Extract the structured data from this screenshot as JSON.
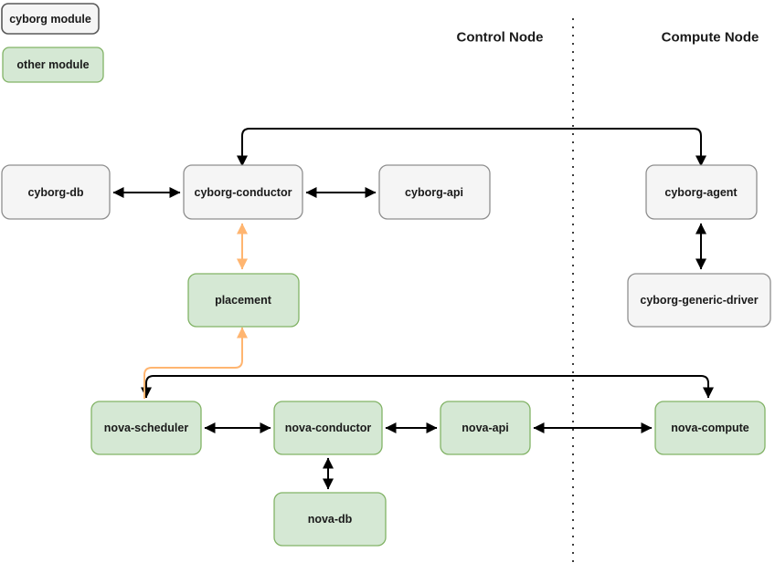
{
  "legend": {
    "items": [
      {
        "id": "cyborg-module",
        "label": "cyborg module",
        "type": "cyborg"
      },
      {
        "id": "other-module",
        "label": "other module",
        "type": "other"
      }
    ]
  },
  "headers": {
    "control": "Control Node",
    "compute": "Compute Node"
  },
  "nodes": {
    "cyborg_db": {
      "label": "cyborg-db",
      "type": "cyborg"
    },
    "cyborg_conductor": {
      "label": "cyborg-conductor",
      "type": "cyborg"
    },
    "cyborg_api": {
      "label": "cyborg-api",
      "type": "cyborg"
    },
    "cyborg_agent": {
      "label": "cyborg-agent",
      "type": "cyborg"
    },
    "cyborg_generic_driver": {
      "label": "cyborg-generic-driver",
      "type": "cyborg"
    },
    "placement": {
      "label": "placement",
      "type": "other"
    },
    "nova_scheduler": {
      "label": "nova-scheduler",
      "type": "other"
    },
    "nova_conductor": {
      "label": "nova-conductor",
      "type": "other"
    },
    "nova_api": {
      "label": "nova-api",
      "type": "other"
    },
    "nova_compute": {
      "label": "nova-compute",
      "type": "other"
    },
    "nova_db": {
      "label": "nova-db",
      "type": "other"
    }
  },
  "edges": [
    {
      "from": "cyborg-db",
      "to": "cyborg-conductor",
      "direction": "both",
      "color": "black",
      "route": "straight"
    },
    {
      "from": "cyborg-conductor",
      "to": "cyborg-api",
      "direction": "both",
      "color": "black",
      "route": "straight"
    },
    {
      "from": "cyborg-conductor",
      "to": "cyborg-agent",
      "direction": "both",
      "color": "black",
      "route": "over-top"
    },
    {
      "from": "cyborg-conductor",
      "to": "placement",
      "direction": "both",
      "color": "orange",
      "route": "straight"
    },
    {
      "from": "nova-scheduler",
      "to": "placement",
      "direction": "to",
      "color": "orange",
      "route": "elbow"
    },
    {
      "from": "cyborg-agent",
      "to": "cyborg-generic-driver",
      "direction": "both",
      "color": "black",
      "route": "straight"
    },
    {
      "from": "nova-scheduler",
      "to": "nova-conductor",
      "direction": "both",
      "color": "black",
      "route": "straight"
    },
    {
      "from": "nova-conductor",
      "to": "nova-api",
      "direction": "both",
      "color": "black",
      "route": "straight"
    },
    {
      "from": "nova-api",
      "to": "nova-compute",
      "direction": "both",
      "color": "black",
      "route": "straight"
    },
    {
      "from": "nova-scheduler",
      "to": "nova-compute",
      "direction": "both",
      "color": "black",
      "route": "over-top"
    },
    {
      "from": "nova-conductor",
      "to": "nova-db",
      "direction": "both",
      "color": "black",
      "route": "straight"
    }
  ],
  "colors": {
    "cyborg_fill": "#f5f5f5",
    "cyborg_stroke": "#8f8f8f",
    "legend_cyborg_stroke": "#595959",
    "other_fill": "#d5e8d4",
    "other_stroke": "#82b366",
    "edge_black": "#000000",
    "edge_orange": "#ffb570",
    "divider": "#3d3d3d",
    "label": "#1a1a1a"
  }
}
